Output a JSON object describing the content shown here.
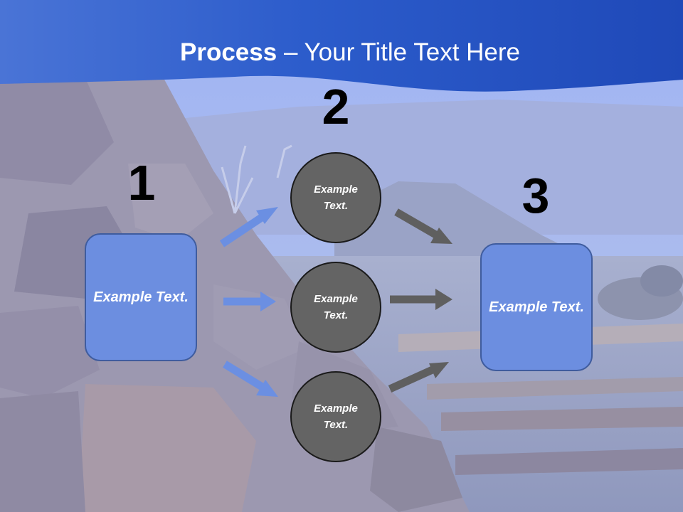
{
  "title": {
    "bold": "Process",
    "rest": " – Your Title Text Here"
  },
  "steps": {
    "one": {
      "number": "1",
      "text": "Example Text."
    },
    "two": {
      "number": "2",
      "circles": [
        {
          "text": "Example Text."
        },
        {
          "text": "Example Text."
        },
        {
          "text": "Example Text."
        }
      ]
    },
    "three": {
      "number": "3",
      "text": "Example Text."
    }
  },
  "colors": {
    "header_blue": "#2f5ec9",
    "box_fill": "#6c8ee0",
    "circle_fill": "#646464",
    "blue_arrow": "#6b8fe2",
    "gray_arrow": "#5f5f5f"
  }
}
